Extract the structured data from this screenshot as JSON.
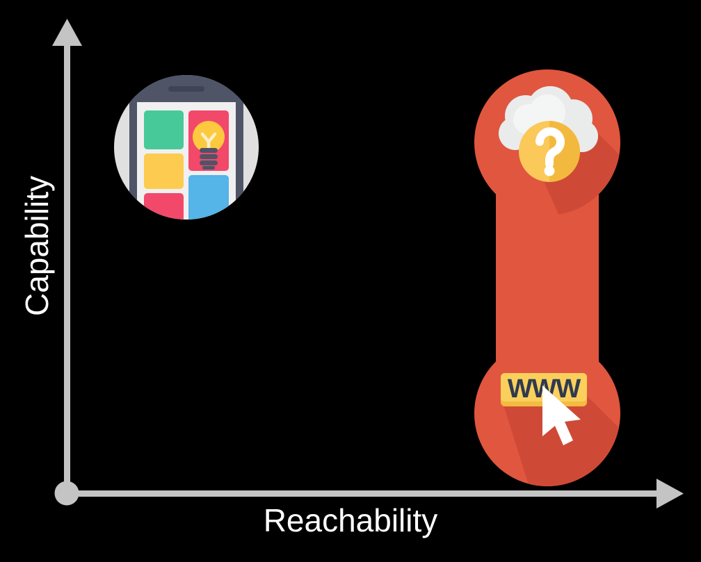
{
  "figure": {
    "background_color": "#000000",
    "axis_color": "#c4c4c4",
    "label_color": "#ffffff"
  },
  "axes": {
    "y": {
      "label": "Capability",
      "orientation": "vertical",
      "arrow": "up-arrow-icon"
    },
    "x": {
      "label": "Reachability",
      "orientation": "horizontal",
      "arrow": "right-arrow-icon"
    },
    "origin": {
      "marker": "origin-dot",
      "color": "#c4c4c4"
    }
  },
  "markers": [
    {
      "id": "native-app",
      "position": "high-capability-low-reachability",
      "icon": "mobile-app-icon",
      "colors": {
        "circle_background": "#e0e0e0",
        "phone_frame": "#4f5467",
        "phone_screen": "#f0f0f0",
        "tile_green": "#48c999",
        "tile_yellow": "#fdcb4f",
        "tile_pink": "#f2486a",
        "tile_blue": "#55b4e8",
        "bulb_glass": "#fdc93f",
        "bulb_base": "#4f5467",
        "bulb_filament": "#fdf0c8"
      }
    },
    {
      "id": "web-app",
      "position": "high-reachability-spanning-capability",
      "shape": "dumbbell",
      "colors": {
        "primary": "#e0563f",
        "shadow": "#cf4a36",
        "cloud": "#eaecec",
        "badge": "#fbc85a",
        "badge_deep": "#f3b93f",
        "question_mark": "#ffffff",
        "www_box": "#fbcf5c",
        "www_box_edge": "#f2bb42",
        "www_text": "#2f3a4f",
        "cursor": "#ffffff"
      },
      "top_node": {
        "icon": "cloud-question-icon",
        "meaning": "unknown-cloud"
      },
      "bottom_node": {
        "icon": "www-cursor-icon",
        "label": "WWW"
      }
    }
  ],
  "chart_data": {
    "type": "scatter",
    "title": "",
    "subtitle": "",
    "xlabel": "Reachability",
    "ylabel": "Capability",
    "xlim": [
      0,
      10
    ],
    "ylim": [
      0,
      10
    ],
    "grid": false,
    "legend": null,
    "axis_style": "arrow-axes",
    "points": [
      {
        "name": "Native mobile app",
        "x": 1.7,
        "y": 8.3,
        "icon": "mobile-app-icon",
        "label": ""
      },
      {
        "name": "Web (WWW) — low capability end",
        "x": 8.6,
        "y": 1.5,
        "icon": "www-cursor-icon",
        "label": "WWW"
      },
      {
        "name": "Web (cloud) — high capability end",
        "x": 8.6,
        "y": 8.5,
        "icon": "cloud-question-icon",
        "label": ""
      }
    ],
    "connections": [
      {
        "from": "Web (WWW) — low capability end",
        "to": "Web (cloud) — high capability end",
        "style": "thick-bar",
        "color": "#e0563f"
      }
    ],
    "annotations": []
  }
}
